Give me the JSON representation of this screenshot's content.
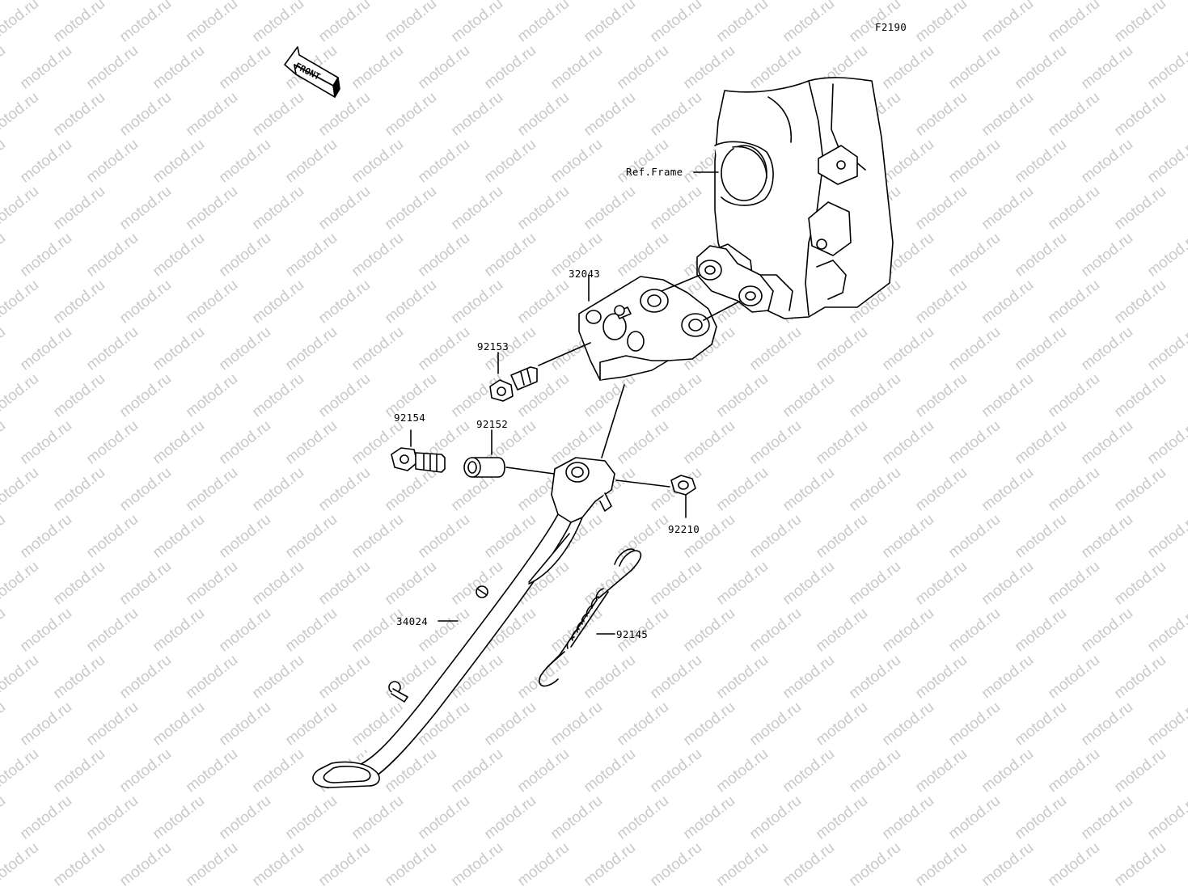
{
  "diagram_code": "F2190",
  "watermark_text": "motod.ru",
  "front_arrow_label": "FRONT",
  "reference_label": "Ref.Frame",
  "parts": [
    {
      "id": "bracket",
      "number": "32043"
    },
    {
      "id": "bracket-bolt",
      "number": "92153"
    },
    {
      "id": "pivot-bolt",
      "number": "92154"
    },
    {
      "id": "collar",
      "number": "92152"
    },
    {
      "id": "nut",
      "number": "92210"
    },
    {
      "id": "side-stand",
      "number": "34024"
    },
    {
      "id": "spring",
      "number": "92145"
    }
  ]
}
